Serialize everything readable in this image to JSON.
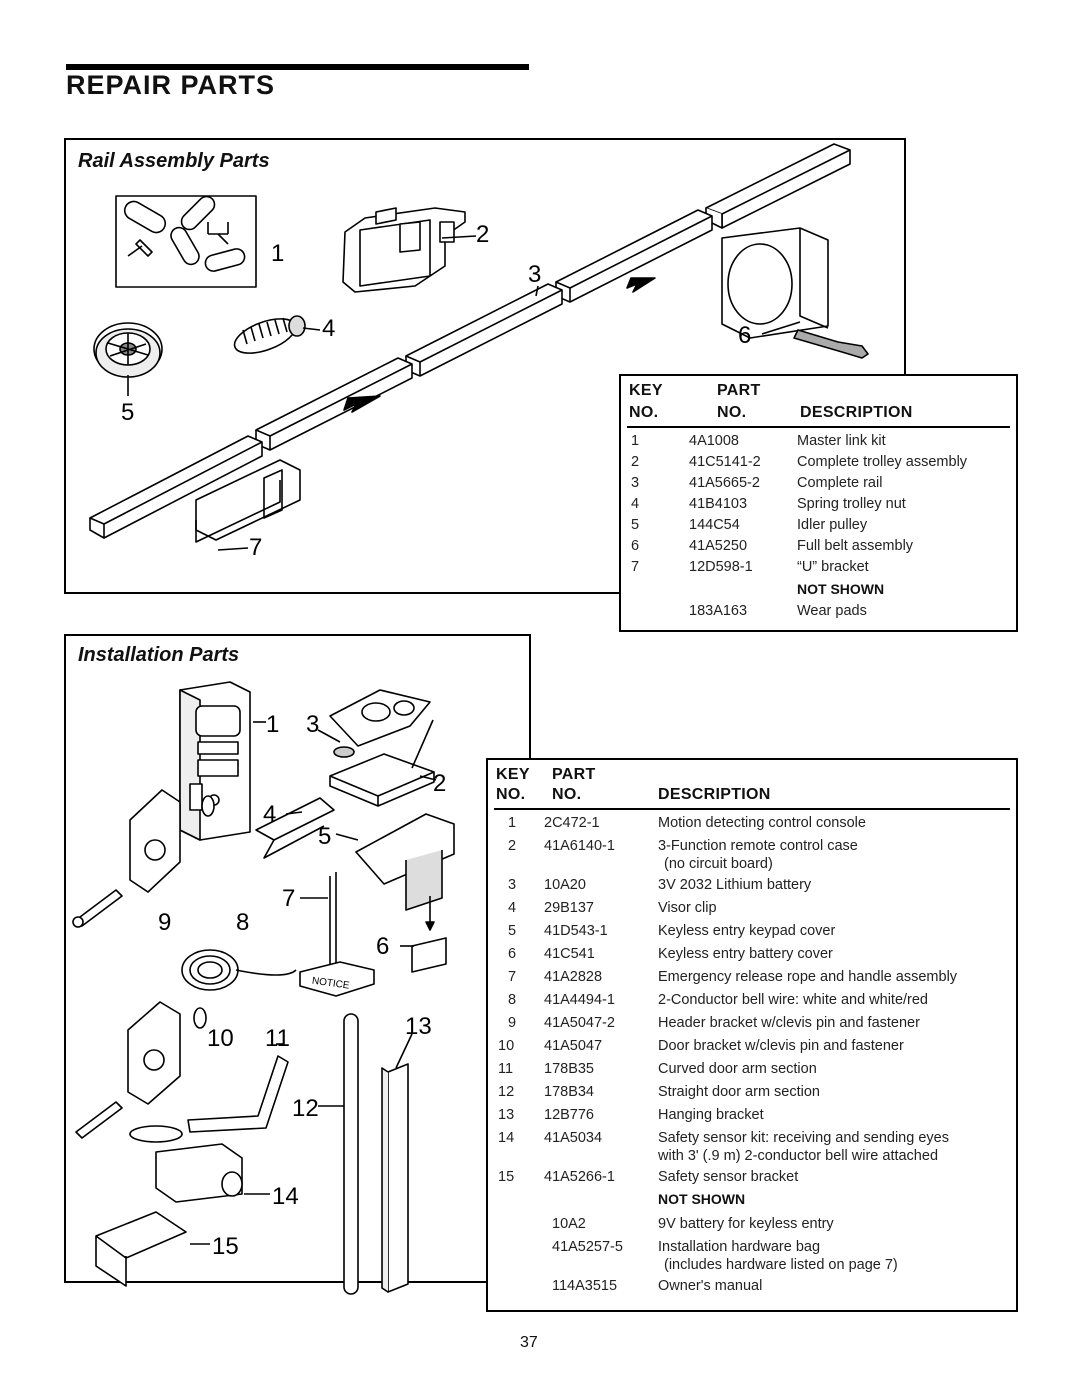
{
  "page": {
    "title": "REPAIR PARTS",
    "page_number": "37"
  },
  "rail": {
    "title": "Rail Assembly Parts",
    "callouts": [
      "1",
      "2",
      "3",
      "4",
      "5",
      "6",
      "7"
    ],
    "table": {
      "headers": {
        "key_top": "KEY",
        "key_bottom": "NO.",
        "part_top": "PART",
        "part_bottom": "NO.",
        "desc": "DESCRIPTION"
      },
      "rows": [
        {
          "key": "1",
          "part": "4A1008",
          "desc": "Master link kit"
        },
        {
          "key": "2",
          "part": "41C5141-2",
          "desc": "Complete trolley assembly"
        },
        {
          "key": "3",
          "part": "41A5665-2",
          "desc": "Complete rail"
        },
        {
          "key": "4",
          "part": "41B4103",
          "desc": "Spring trolley nut"
        },
        {
          "key": "5",
          "part": "144C54",
          "desc": "Idler pulley"
        },
        {
          "key": "6",
          "part": "41A5250",
          "desc": "Full belt assembly"
        },
        {
          "key": "7",
          "part": "12D598-1",
          "desc": "“U” bracket"
        }
      ],
      "not_shown_label": "NOT SHOWN",
      "not_shown": [
        {
          "part": "183A163",
          "desc": "Wear pads"
        }
      ]
    }
  },
  "install": {
    "title": "Installation Parts",
    "callouts": [
      "1",
      "2",
      "3",
      "4",
      "5",
      "6",
      "7",
      "8",
      "9",
      "10",
      "11",
      "12",
      "13",
      "14",
      "15"
    ],
    "notice_text": "NOTICE",
    "table": {
      "headers": {
        "key_top": "KEY",
        "key_bottom": "NO.",
        "part_top": "PART",
        "part_bottom": "NO.",
        "desc": "DESCRIPTION"
      },
      "rows": [
        {
          "key": "1",
          "part": "2C472-1",
          "desc": "Motion detecting control console",
          "desc2": ""
        },
        {
          "key": "2",
          "part": "41A6140-1",
          "desc": "3-Function remote control case",
          "desc2": "(no circuit board)"
        },
        {
          "key": "3",
          "part": "10A20",
          "desc": "3V 2032 Lithium battery",
          "desc2": ""
        },
        {
          "key": "4",
          "part": "29B137",
          "desc": "Visor clip",
          "desc2": ""
        },
        {
          "key": "5",
          "part": "41D543-1",
          "desc": "Keyless entry keypad cover",
          "desc2": ""
        },
        {
          "key": "6",
          "part": "41C541",
          "desc": "Keyless entry battery cover",
          "desc2": ""
        },
        {
          "key": "7",
          "part": "41A2828",
          "desc": "Emergency release rope and handle assembly",
          "desc2": ""
        },
        {
          "key": "8",
          "part": "41A4494-1",
          "desc": "2-Conductor bell wire: white and white/red",
          "desc2": ""
        },
        {
          "key": "9",
          "part": "41A5047-2",
          "desc": "Header bracket w/clevis pin and fastener",
          "desc2": ""
        },
        {
          "key": "10",
          "part": "41A5047",
          "desc": "Door bracket w/clevis pin and fastener",
          "desc2": ""
        },
        {
          "key": "11",
          "part": "178B35",
          "desc": "Curved door arm section",
          "desc2": ""
        },
        {
          "key": "12",
          "part": "178B34",
          "desc": "Straight door arm section",
          "desc2": ""
        },
        {
          "key": "13",
          "part": "12B776",
          "desc": "Hanging bracket",
          "desc2": ""
        },
        {
          "key": "14",
          "part": "41A5034",
          "desc": "Safety sensor kit: receiving and sending eyes",
          "desc2": "with 3' (.9 m) 2-conductor bell wire attached"
        },
        {
          "key": "15",
          "part": "41A5266-1",
          "desc": "Safety sensor bracket",
          "desc2": ""
        }
      ],
      "not_shown_label": "NOT SHOWN",
      "not_shown": [
        {
          "part": "10A2",
          "desc": "9V battery for keyless entry",
          "desc2": ""
        },
        {
          "part": "41A5257-5",
          "desc": "Installation hardware bag",
          "desc2": "(includes hardware listed on page 7)"
        },
        {
          "part": "114A3515",
          "desc": "Owner's manual",
          "desc2": ""
        }
      ]
    }
  }
}
